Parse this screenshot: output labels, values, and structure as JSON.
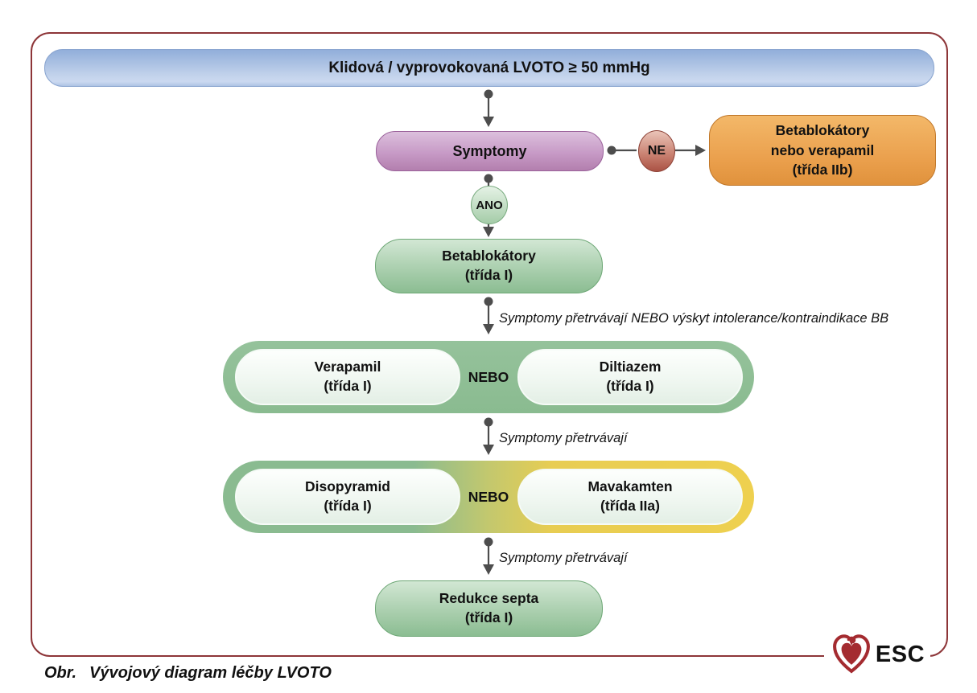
{
  "palette": {
    "frame_border": "#8d3538",
    "blue_top": "#91aeda",
    "blue_bottom": "#cbd9f0",
    "purple_top": "#dcc0dd",
    "purple_bottom": "#b37fae",
    "red_badge": "#aa5244",
    "green_badge": "#a4cca8",
    "orange_top": "#f3b869",
    "orange_bottom": "#e0923c",
    "green_box_top": "#d2e7d4",
    "green_box_bottom": "#8bbd92",
    "group_green": "#8abb90",
    "group_yellow": "#eed04f",
    "arrow_gray": "#4d4d4d",
    "esc_red": "#a42b30"
  },
  "header": {
    "label": "Klidová / vyprovokovaná LVOTO ≥ 50 mmHg"
  },
  "flow": {
    "symptoms": {
      "label": "Symptomy"
    },
    "no_badge": {
      "label": "NE"
    },
    "yes_badge": {
      "label": "ANO"
    },
    "no_branch_box": {
      "label": "Betablokátory\nnebo verapamil\n(třída IIb)"
    },
    "beta_blockers_box": {
      "label": "Betablokátory\n(třída I)"
    },
    "step1_condition": "Symptomy přetrvávají NEBO výskyt intolerance/kontraindikace BB",
    "or_group_1": {
      "left": "Verapamil\n(třída I)",
      "or_label": "NEBO",
      "right": "Diltiazem\n(třída I)"
    },
    "step2_condition": "Symptomy přetrvávají",
    "or_group_2": {
      "left": "Disopyramid\n(třída I)",
      "or_label": "NEBO",
      "right": "Mavakamten\n(třída IIa)"
    },
    "step3_condition": "Symptomy přetrvávají",
    "septal_reduction_box": {
      "label": "Redukce septa\n(třída I)"
    }
  },
  "footer": {
    "caption_prefix": "Obr.",
    "caption_text": "Vývojový diagram léčby LVOTO",
    "logo_text": "ESC"
  }
}
